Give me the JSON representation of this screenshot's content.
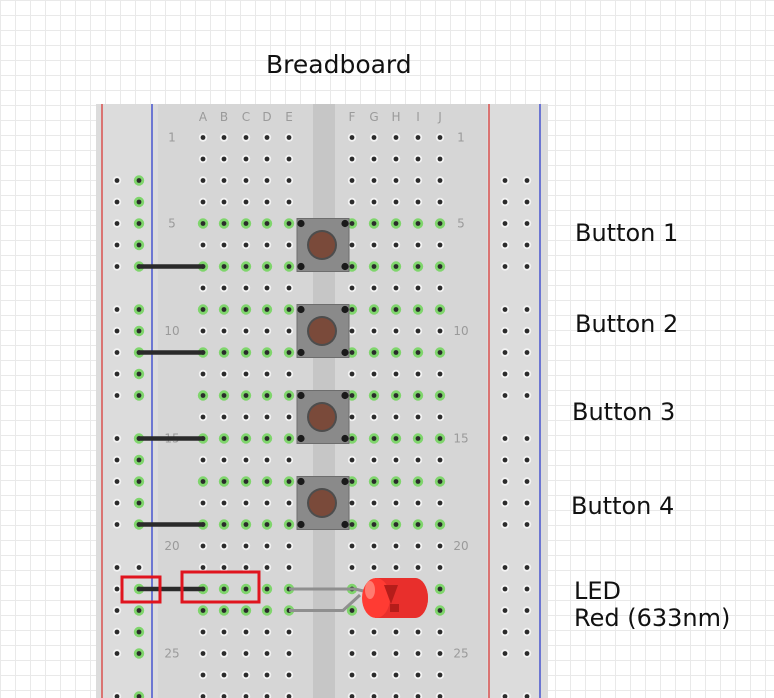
{
  "title": "Breadboard",
  "breadboard": {
    "columns_left": [
      "A",
      "B",
      "C",
      "D",
      "E"
    ],
    "columns_right": [
      "F",
      "G",
      "H",
      "I",
      "J"
    ],
    "row_numbers": [
      "1",
      "5",
      "10",
      "15",
      "20",
      "25"
    ]
  },
  "buttons": [
    {
      "label": "Button 1"
    },
    {
      "label": "Button 2"
    },
    {
      "label": "Button 3"
    },
    {
      "label": "Button 4"
    }
  ],
  "led": {
    "label": "LED",
    "color_label": "Red (633nm)",
    "color": "#e8302c"
  },
  "colors": {
    "board": "#d6d6d6",
    "rail_red": "#d9302c",
    "rail_blue": "#2233cc",
    "hole": "#2b2b2b",
    "connected_hole": "#7fd56c",
    "wire": "#2a2a2a",
    "button_body": "#8a8a8a",
    "button_cap": "#7a4a3a",
    "highlight_box": "#e0141e"
  }
}
